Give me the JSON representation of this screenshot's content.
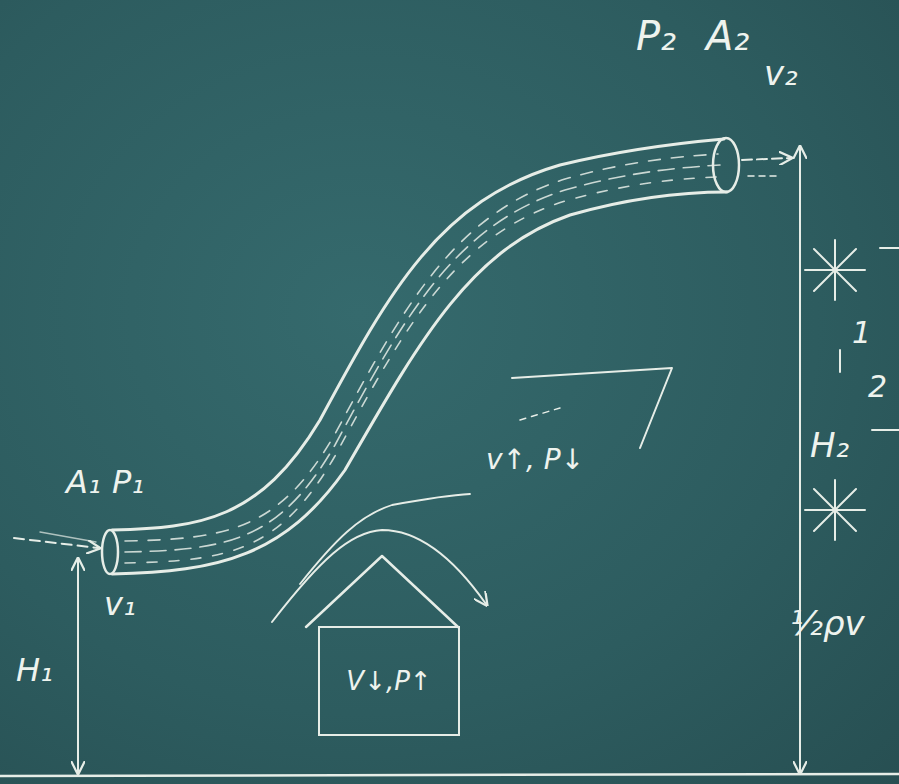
{
  "diagram": {
    "nodes": [
      {
        "text": [
          "V↓,P↑"
        ]
      }
    ],
    "labels": [
      "P₂",
      "A₂",
      "v₂",
      "A₁",
      "P₁",
      "v₁",
      "H₁",
      "H₂",
      "v↑, P↓",
      "½ρv",
      "1",
      "2"
    ]
  }
}
